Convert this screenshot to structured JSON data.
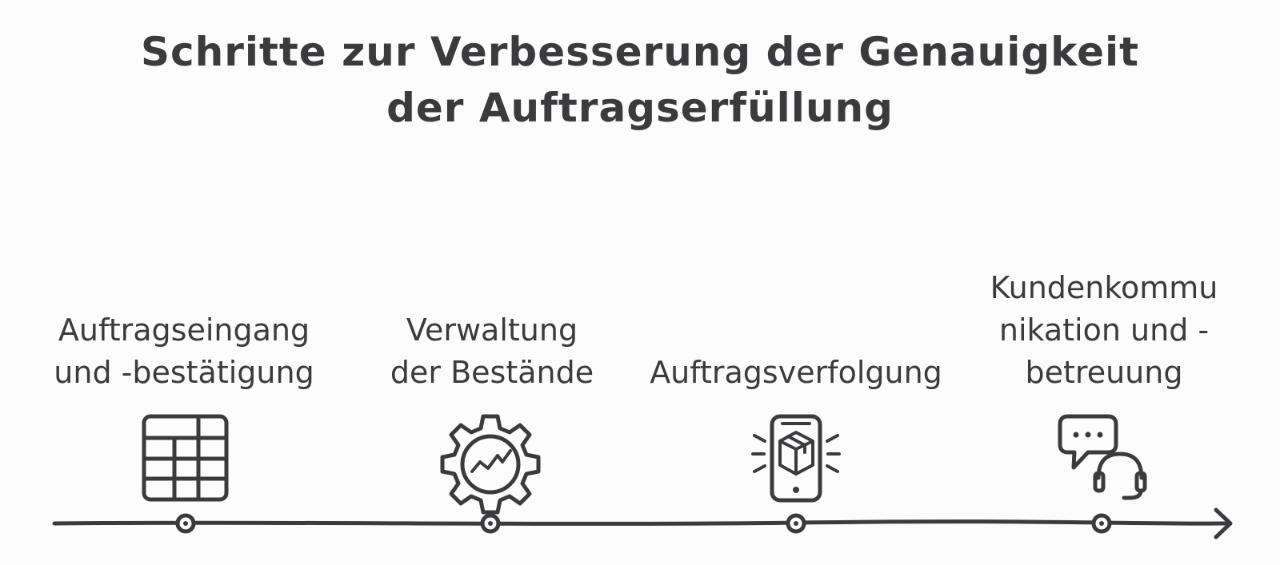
{
  "title": {
    "line1": "Schritte zur Verbesserung der Genauigkeit",
    "line2": "der Auftragserfüllung"
  },
  "steps": [
    {
      "lines": [
        "Auftragseingang",
        "und -bestätigung"
      ],
      "icon": "table-grid-icon"
    },
    {
      "lines": [
        "Verwaltung",
        "der Bestände"
      ],
      "icon": "gear-chart-icon"
    },
    {
      "lines": [
        "Auftragsverfolgung"
      ],
      "icon": "phone-package-icon"
    },
    {
      "lines": [
        "Kundenkommu",
        "nikation und -",
        "betreuung"
      ],
      "icon": "chat-headset-icon"
    }
  ],
  "colors": {
    "ink": "#3b3b3d",
    "background": "#fdfcfd"
  }
}
